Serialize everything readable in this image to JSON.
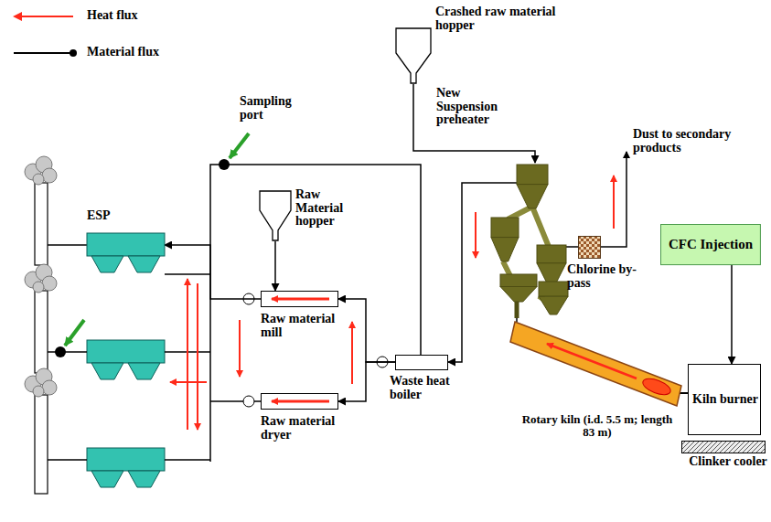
{
  "diagram": {
    "nodes": [
      {
        "text": [
          "ESP"
        ]
      },
      {
        "text": [
          "Raw Material hopper"
        ]
      },
      {
        "text": [
          "Crashed raw material hopper"
        ]
      },
      {
        "text": [
          "New Suspension preheater"
        ]
      },
      {
        "text": [
          "Chlorine by-pass"
        ]
      },
      {
        "text": [
          "CFC Injection"
        ]
      },
      {
        "text": [
          "Raw material mill"
        ]
      },
      {
        "text": [
          "Raw material dryer"
        ]
      },
      {
        "text": [
          "Waste heat boiler"
        ]
      },
      {
        "text": [
          "Rotary kiln (i.d. 5.5 m; length 83 m)"
        ]
      },
      {
        "text": [
          "Kiln burner"
        ]
      },
      {
        "text": [
          "Clinker cooler"
        ]
      }
    ],
    "edges": [
      {
        "from": 2,
        "to": 3,
        "arrow": "to"
      },
      {
        "from": 3,
        "to": 9,
        "arrow": "none"
      },
      {
        "from": 5,
        "to": 10,
        "arrow": "to"
      },
      {
        "from": 3,
        "to": 4,
        "arrow": "none"
      },
      {
        "from": 3,
        "to": 8,
        "arrow": "to"
      },
      {
        "from": 8,
        "to": 6,
        "arrow": "to"
      },
      {
        "from": 8,
        "to": 7,
        "arrow": "to"
      },
      {
        "from": 1,
        "to": 6,
        "arrow": "to"
      },
      {
        "from": 6,
        "to": 0,
        "arrow": "to"
      }
    ],
    "labels": [
      "Sampling port",
      "Dust to secondary products"
    ],
    "legend": [
      {
        "text": "Heat flux"
      },
      {
        "text": "Material flux"
      }
    ]
  }
}
